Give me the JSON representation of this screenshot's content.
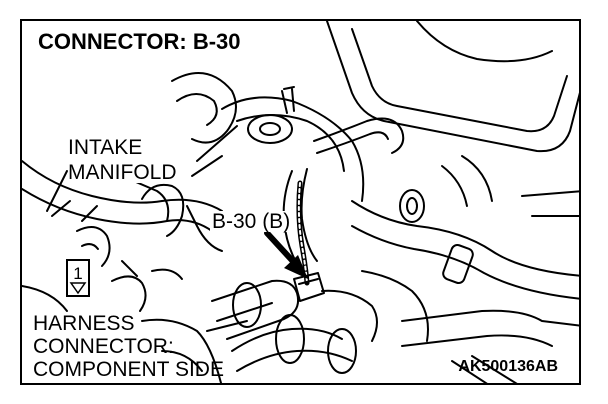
{
  "title": "CONNECTOR: B-30",
  "labels": {
    "intake_line1": "INTAKE",
    "intake_line2": "MANIFOLD",
    "connector_callout": "B-30 (B)",
    "harness_line1": "HARNESS",
    "harness_line2": "CONNECTOR:",
    "harness_line3": "COMPONENT SIDE"
  },
  "pin_diagram": {
    "pins": [
      "1"
    ]
  },
  "figure_code": "AK500136AB",
  "colors": {
    "line": "#000000",
    "background": "#ffffff"
  },
  "icons": {
    "callout_arrow": "arrow-icon",
    "connector_pin_symbol": "connector-pin-icon"
  }
}
